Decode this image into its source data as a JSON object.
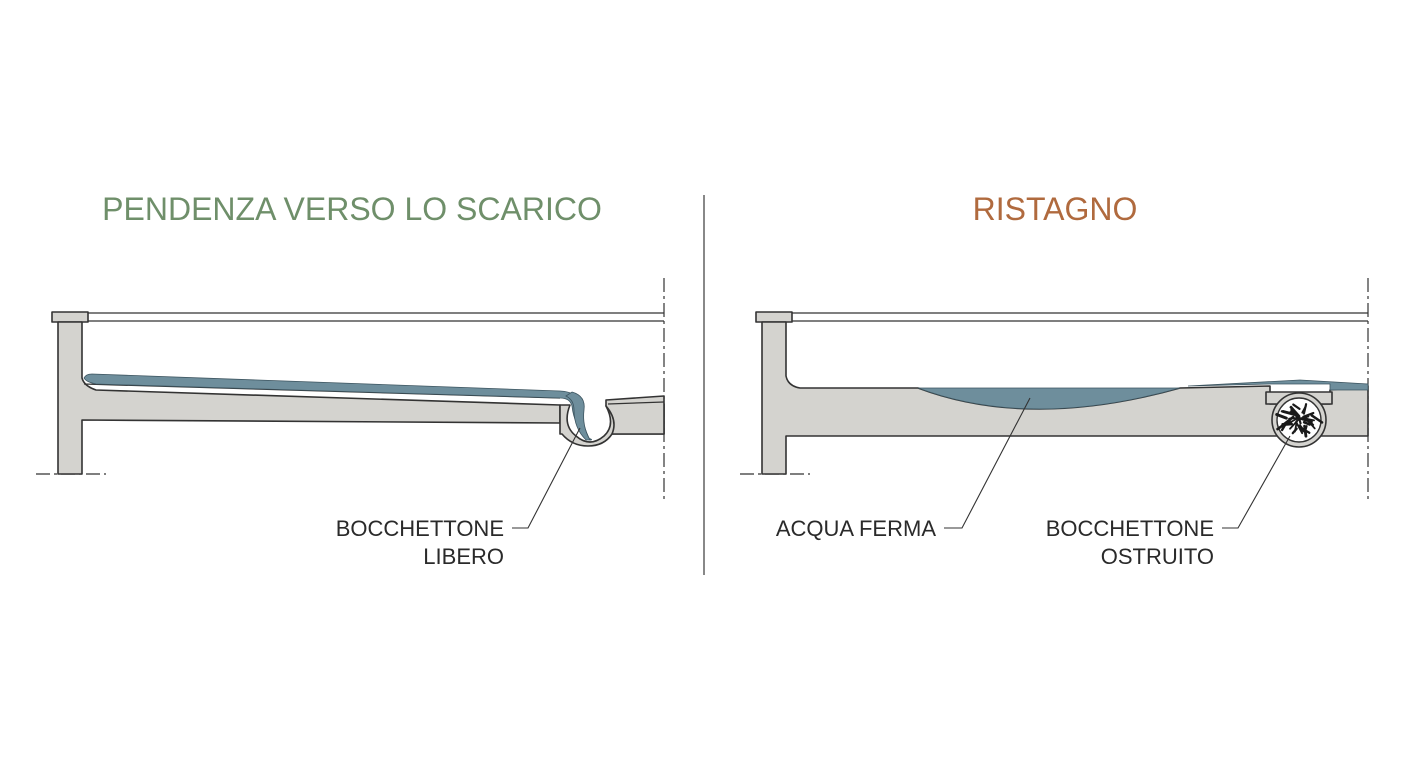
{
  "colors": {
    "title_left": "#6f8f6a",
    "title_right": "#b06a3e",
    "water": "#6e8e9c",
    "structure": "#d4d3cf",
    "debris": "#1a1a1a"
  },
  "left_panel": {
    "title": "PENDENZA VERSO LO SCARICO",
    "drain_label_line1": "BOCCHETTONE",
    "drain_label_line2": "LIBERO"
  },
  "right_panel": {
    "title": "RISTAGNO",
    "water_label": "ACQUA FERMA",
    "drain_label_line1": "BOCCHETTONE",
    "drain_label_line2": "OSTRUITO"
  }
}
